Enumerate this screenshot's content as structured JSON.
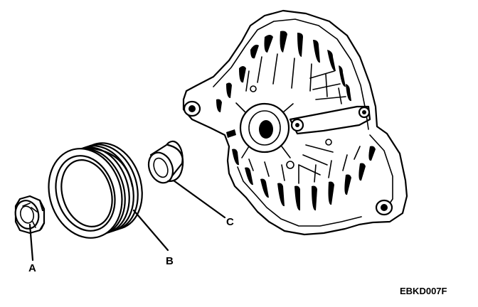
{
  "diagram": {
    "labels": {
      "a": "A",
      "b": "B",
      "c": "C"
    },
    "figure_code": "EBKD007F",
    "parts": [
      {
        "key": "a",
        "icon": "nut-icon"
      },
      {
        "key": "b",
        "icon": "pulley-icon"
      },
      {
        "key": "c",
        "icon": "collar-icon"
      }
    ],
    "assembly": "alternator-rear-housing-icon",
    "colors": {
      "ink": "#000000",
      "paper": "#ffffff"
    }
  }
}
